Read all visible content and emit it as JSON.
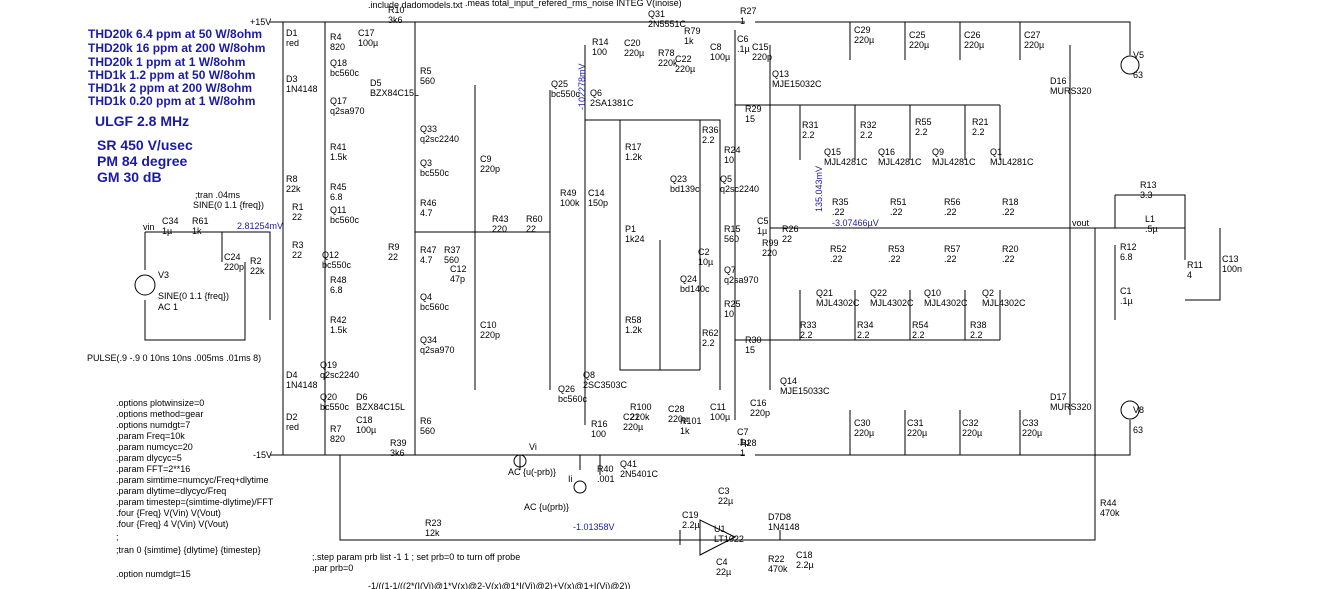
{
  "spec_lines": [
    "THD20k 6.4 ppm at 50 W/8ohm",
    "THD20k 16 ppm at 200 W/8ohm",
    "THD20k 1 ppm at 1 W/8ohm",
    "THD1k 1.2 ppm at 50 W/8ohm",
    "THD1k 2 ppm at 200 W/8ohm",
    "THD1k 0.20 ppm at 1 W/8ohm"
  ],
  "perf_lines": [
    "ULGF 2.8 MHz",
    "SR 450 V/usec",
    "PM  84 degree",
    "GM  30 dB"
  ],
  "include_text": ".include dadomodels.txt",
  "meas_text": ".meas total_input_refered_rms_noise INTEG V(inoise)",
  "tran_short": ";tran .04ms",
  "sine_label": "SINE(0 1.1 {freq})",
  "pulse_label": "PULSE(.9 -.9 0 10ns 10ns .005ms .01ms 8)",
  "directives": [
    ".options plotwinsize=0",
    ".options method=gear",
    ".options numdgt=7",
    ".param Freq=10k",
    ".param numcyc=20",
    ".param dlycyc=5",
    ".param FFT=2**16",
    ".param simtime=numcyc/Freq+dlytime",
    ".param dlytime=dlycyc/Freq",
    ".param timestep=(simtime-dlytime)/FFT",
    ".four {Freq} V(Vin) V(Vout)",
    ".four {Freq} 4 V(Vin) V(Vout)",
    ";",
    ";tran 0 {simtime} {dlytime} {timestep}",
    "",
    ".option numdgt=15"
  ],
  "step_text": ";.step param prb list -1 1 ; set prb=0 to turn off probe",
  "par_text": ".par prb=0",
  "bottom_expr": "-1/((1-1/((2*(I(Vi)@1*V(x)@2-V(x)@1*I(Vi)@2)+V(x)@1+I(Vi)@2))",
  "rails": {
    "pos": "+15V",
    "neg": "-15V"
  },
  "nets": {
    "vin": "vin",
    "vout": "vout",
    "vi": "Vi",
    "ii": "Ii"
  },
  "ac_labels": [
    "AC {u(-prb)}",
    "AC {u(prb)}"
  ],
  "v3": {
    "name": "V3",
    "line1": "SINE(0 1.1 {freq})",
    "line2": "AC 1"
  },
  "probe_values": {
    "v_input": "2.81254mV",
    "v_q25": "-102278mV",
    "v_bias": "135.043mV",
    "v_out": "-3.07466µV",
    "v_servo": "-1.01358V"
  },
  "supplies": [
    {
      "name": "V5",
      "value": "63"
    },
    {
      "name": "V8",
      "value": "63"
    }
  ],
  "components": [
    {
      "ref": "R10",
      "val": "3k6"
    },
    {
      "ref": "R4",
      "val": "820"
    },
    {
      "ref": "D1",
      "val": "red"
    },
    {
      "ref": "D3",
      "val": "1N4148"
    },
    {
      "ref": "C17",
      "val": "100µ"
    },
    {
      "ref": "D5",
      "val": "BZX84C15L"
    },
    {
      "ref": "Q18",
      "val": "bc560c"
    },
    {
      "ref": "Q17",
      "val": "q2sa970"
    },
    {
      "ref": "R5",
      "val": "560"
    },
    {
      "ref": "Q33",
      "val": "q2sc2240"
    },
    {
      "ref": "R41",
      "val": "1.5k"
    },
    {
      "ref": "Q3",
      "val": "bc550c"
    },
    {
      "ref": "R8",
      "val": "22k"
    },
    {
      "ref": "R45",
      "val": "6.8"
    },
    {
      "ref": "R46",
      "val": "4.7"
    },
    {
      "ref": "R1",
      "val": "22"
    },
    {
      "ref": "Q11",
      "val": "bc560c"
    },
    {
      "ref": "R3",
      "val": "22"
    },
    {
      "ref": "R9",
      "val": "22"
    },
    {
      "ref": "Q12",
      "val": "bc550c"
    },
    {
      "ref": "R47",
      "val": "4.7"
    },
    {
      "ref": "R37",
      "val": "560"
    },
    {
      "ref": "C12",
      "val": "47p"
    },
    {
      "ref": "R48",
      "val": "6.8"
    },
    {
      "ref": "Q4",
      "val": "bc560c"
    },
    {
      "ref": "R42",
      "val": "1.5k"
    },
    {
      "ref": "Q34",
      "val": "q2sa970"
    },
    {
      "ref": "Q19",
      "val": "q2sc2240"
    },
    {
      "ref": "D4",
      "val": "1N4148"
    },
    {
      "ref": "Q20",
      "val": "bc550c"
    },
    {
      "ref": "D6",
      "val": "BZX84C15L"
    },
    {
      "ref": "C18b",
      "val": "100µ"
    },
    {
      "ref": "D2",
      "val": "red"
    },
    {
      "ref": "R7",
      "val": "820"
    },
    {
      "ref": "R39",
      "val": "3k6"
    },
    {
      "ref": "R6",
      "val": "560"
    },
    {
      "ref": "C34",
      "val": "1µ"
    },
    {
      "ref": "R61",
      "val": "1k"
    },
    {
      "ref": "C24",
      "val": "220p"
    },
    {
      "ref": "R2",
      "val": "22k"
    },
    {
      "ref": "C9",
      "val": "220p"
    },
    {
      "ref": "C10",
      "val": "220p"
    },
    {
      "ref": "R43",
      "val": "220"
    },
    {
      "ref": "R60",
      "val": "22"
    },
    {
      "ref": "R49",
      "val": "100k"
    },
    {
      "ref": "C14",
      "val": "150p"
    },
    {
      "ref": "Q25",
      "val": "bc550c"
    },
    {
      "ref": "Q6",
      "val": "2SA1381C"
    },
    {
      "ref": "R14",
      "val": "100"
    },
    {
      "ref": "Q31",
      "val": "2N5551C"
    },
    {
      "ref": "C20",
      "val": "220µ"
    },
    {
      "ref": "R78",
      "val": "220k"
    },
    {
      "ref": "C22",
      "val": "220µ"
    },
    {
      "ref": "R79",
      "val": "1k"
    },
    {
      "ref": "C8",
      "val": "100µ"
    },
    {
      "ref": "R27",
      "val": "1"
    },
    {
      "ref": "C6",
      "val": ".1µ"
    },
    {
      "ref": "C15",
      "val": "220p"
    },
    {
      "ref": "Q13",
      "val": "MJE15032C"
    },
    {
      "ref": "R29",
      "val": "15"
    },
    {
      "ref": "R36",
      "val": "2.2"
    },
    {
      "ref": "R17",
      "val": "1.2k"
    },
    {
      "ref": "Q23",
      "val": "bd139c"
    },
    {
      "ref": "R24",
      "val": "10"
    },
    {
      "ref": "Q5",
      "val": "q2sc2240"
    },
    {
      "ref": "P1",
      "val": "1k24"
    },
    {
      "ref": "R15",
      "val": "560"
    },
    {
      "ref": "C5",
      "val": "1µ"
    },
    {
      "ref": "R99",
      "val": "220"
    },
    {
      "ref": "R26",
      "val": "22"
    },
    {
      "ref": "C2",
      "val": "10µ"
    },
    {
      "ref": "Q24",
      "val": "bd140c"
    },
    {
      "ref": "Q7",
      "val": "q2sa970"
    },
    {
      "ref": "R58",
      "val": "1.2k"
    },
    {
      "ref": "R25",
      "val": "10"
    },
    {
      "ref": "R62",
      "val": "2.2"
    },
    {
      "ref": "R30",
      "val": "15"
    },
    {
      "ref": "Q26",
      "val": "bc560c"
    },
    {
      "ref": "Q8",
      "val": "2SC3503C"
    },
    {
      "ref": "Q14",
      "val": "MJE15033C"
    },
    {
      "ref": "C16",
      "val": "220p"
    },
    {
      "ref": "R16",
      "val": "100"
    },
    {
      "ref": "C21",
      "val": "220µ"
    },
    {
      "ref": "R100",
      "val": "220k"
    },
    {
      "ref": "C28",
      "val": "220µ"
    },
    {
      "ref": "R101",
      "val": "1k"
    },
    {
      "ref": "C11",
      "val": "100µ"
    },
    {
      "ref": "C7",
      "val": ".1µ"
    },
    {
      "ref": "R28",
      "val": "1"
    },
    {
      "ref": "Q41",
      "val": "2N5401C"
    },
    {
      "ref": "R40",
      "val": ".001"
    },
    {
      "ref": "C29",
      "val": "220µ"
    },
    {
      "ref": "C25",
      "val": "220µ"
    },
    {
      "ref": "C26",
      "val": "220µ"
    },
    {
      "ref": "C27",
      "val": "220µ"
    },
    {
      "ref": "R31",
      "val": "2.2"
    },
    {
      "ref": "R32",
      "val": "2.2"
    },
    {
      "ref": "R55",
      "val": "2.2"
    },
    {
      "ref": "R21",
      "val": "2.2"
    },
    {
      "ref": "Q15",
      "val": "MJL4281C"
    },
    {
      "ref": "Q16",
      "val": "MJL4281C"
    },
    {
      "ref": "Q9",
      "val": "MJL4281C"
    },
    {
      "ref": "Q1",
      "val": "MJL4281C"
    },
    {
      "ref": "R35",
      "val": ".22"
    },
    {
      "ref": "R51",
      "val": ".22"
    },
    {
      "ref": "R56",
      "val": ".22"
    },
    {
      "ref": "R18",
      "val": ".22"
    },
    {
      "ref": "R52",
      "val": ".22"
    },
    {
      "ref": "R53",
      "val": ".22"
    },
    {
      "ref": "R57",
      "val": ".22"
    },
    {
      "ref": "R20",
      "val": ".22"
    },
    {
      "ref": "Q21",
      "val": "MJL4302C"
    },
    {
      "ref": "Q22",
      "val": "MJL4302C"
    },
    {
      "ref": "Q10",
      "val": "MJL4302C"
    },
    {
      "ref": "Q2",
      "val": "MJL4302C"
    },
    {
      "ref": "R33",
      "val": "2.2"
    },
    {
      "ref": "R34",
      "val": "2.2"
    },
    {
      "ref": "R54",
      "val": "2.2"
    },
    {
      "ref": "R38",
      "val": "2.2"
    },
    {
      "ref": "C30",
      "val": "220µ"
    },
    {
      "ref": "C31",
      "val": "220µ"
    },
    {
      "ref": "C32",
      "val": "220µ"
    },
    {
      "ref": "C33",
      "val": "220µ"
    },
    {
      "ref": "D16",
      "val": "MURS320"
    },
    {
      "ref": "D17",
      "val": "MURS320"
    },
    {
      "ref": "R13",
      "val": "3.3"
    },
    {
      "ref": "L1",
      "val": ".5µ"
    },
    {
      "ref": "R12",
      "val": "6.8"
    },
    {
      "ref": "C1",
      "val": ".1µ"
    },
    {
      "ref": "R11",
      "val": "4"
    },
    {
      "ref": "C13",
      "val": "100n"
    },
    {
      "ref": "R44",
      "val": "470k"
    },
    {
      "ref": "C3",
      "val": "22µ"
    },
    {
      "ref": "C19",
      "val": "2.2µ"
    },
    {
      "ref": "U1",
      "val": "LT1022"
    },
    {
      "ref": "D7D8",
      "val": "1N4148"
    },
    {
      "ref": "R22",
      "val": "470k"
    },
    {
      "ref": "C18",
      "val": "2.2µ"
    },
    {
      "ref": "C4",
      "val": "22µ"
    },
    {
      "ref": "R23",
      "val": "12k"
    }
  ]
}
